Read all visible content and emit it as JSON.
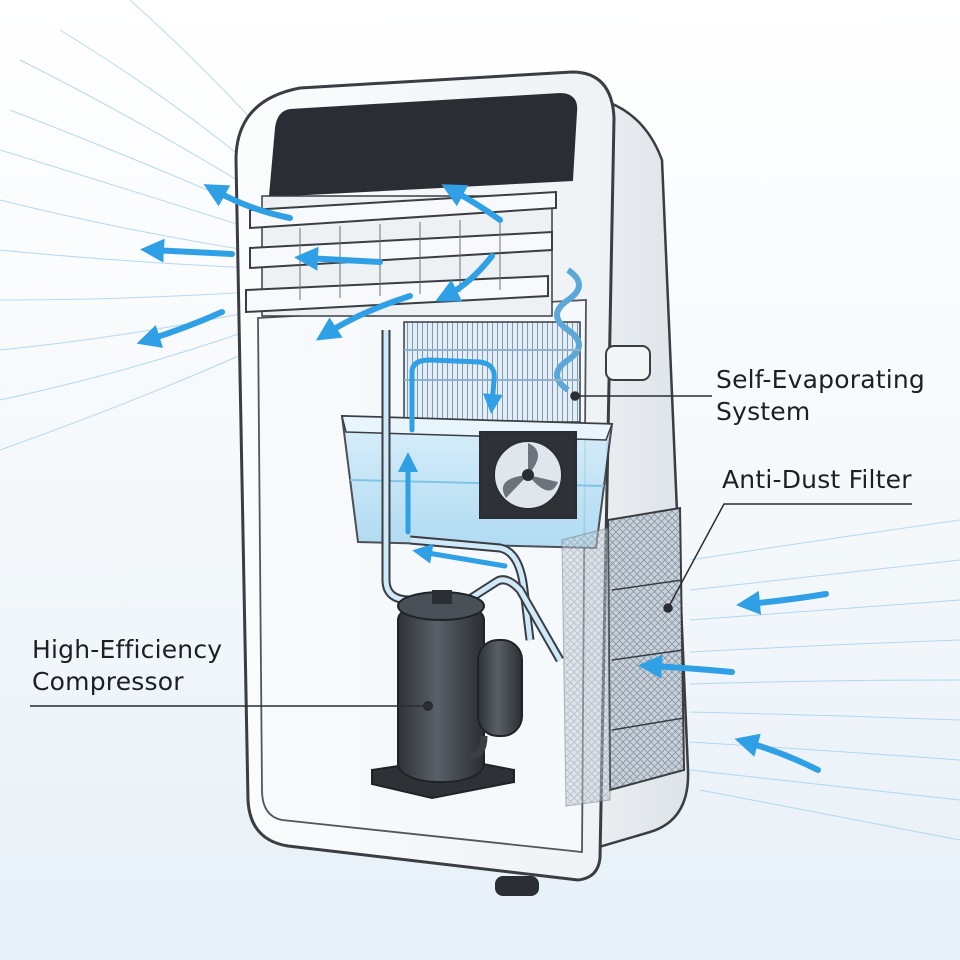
{
  "colors": {
    "airflow": "#2f9fe6",
    "water": "#bfe4f7",
    "body_outline": "#3a3d42",
    "compressor": "#3b3f45",
    "panel_dark": "#2a2d33",
    "filter_mesh": "#9aa6b2",
    "coil": "#5aa7d8"
  },
  "labels": {
    "self_evaporating": [
      "Self-Evaporating",
      "System"
    ],
    "anti_dust": [
      "Anti-Dust Filter"
    ],
    "compressor": [
      "High-Efficiency",
      "Compressor"
    ]
  },
  "icons": [
    "airflow-arrow-icon",
    "fan-icon",
    "caster-wheel-icon"
  ]
}
